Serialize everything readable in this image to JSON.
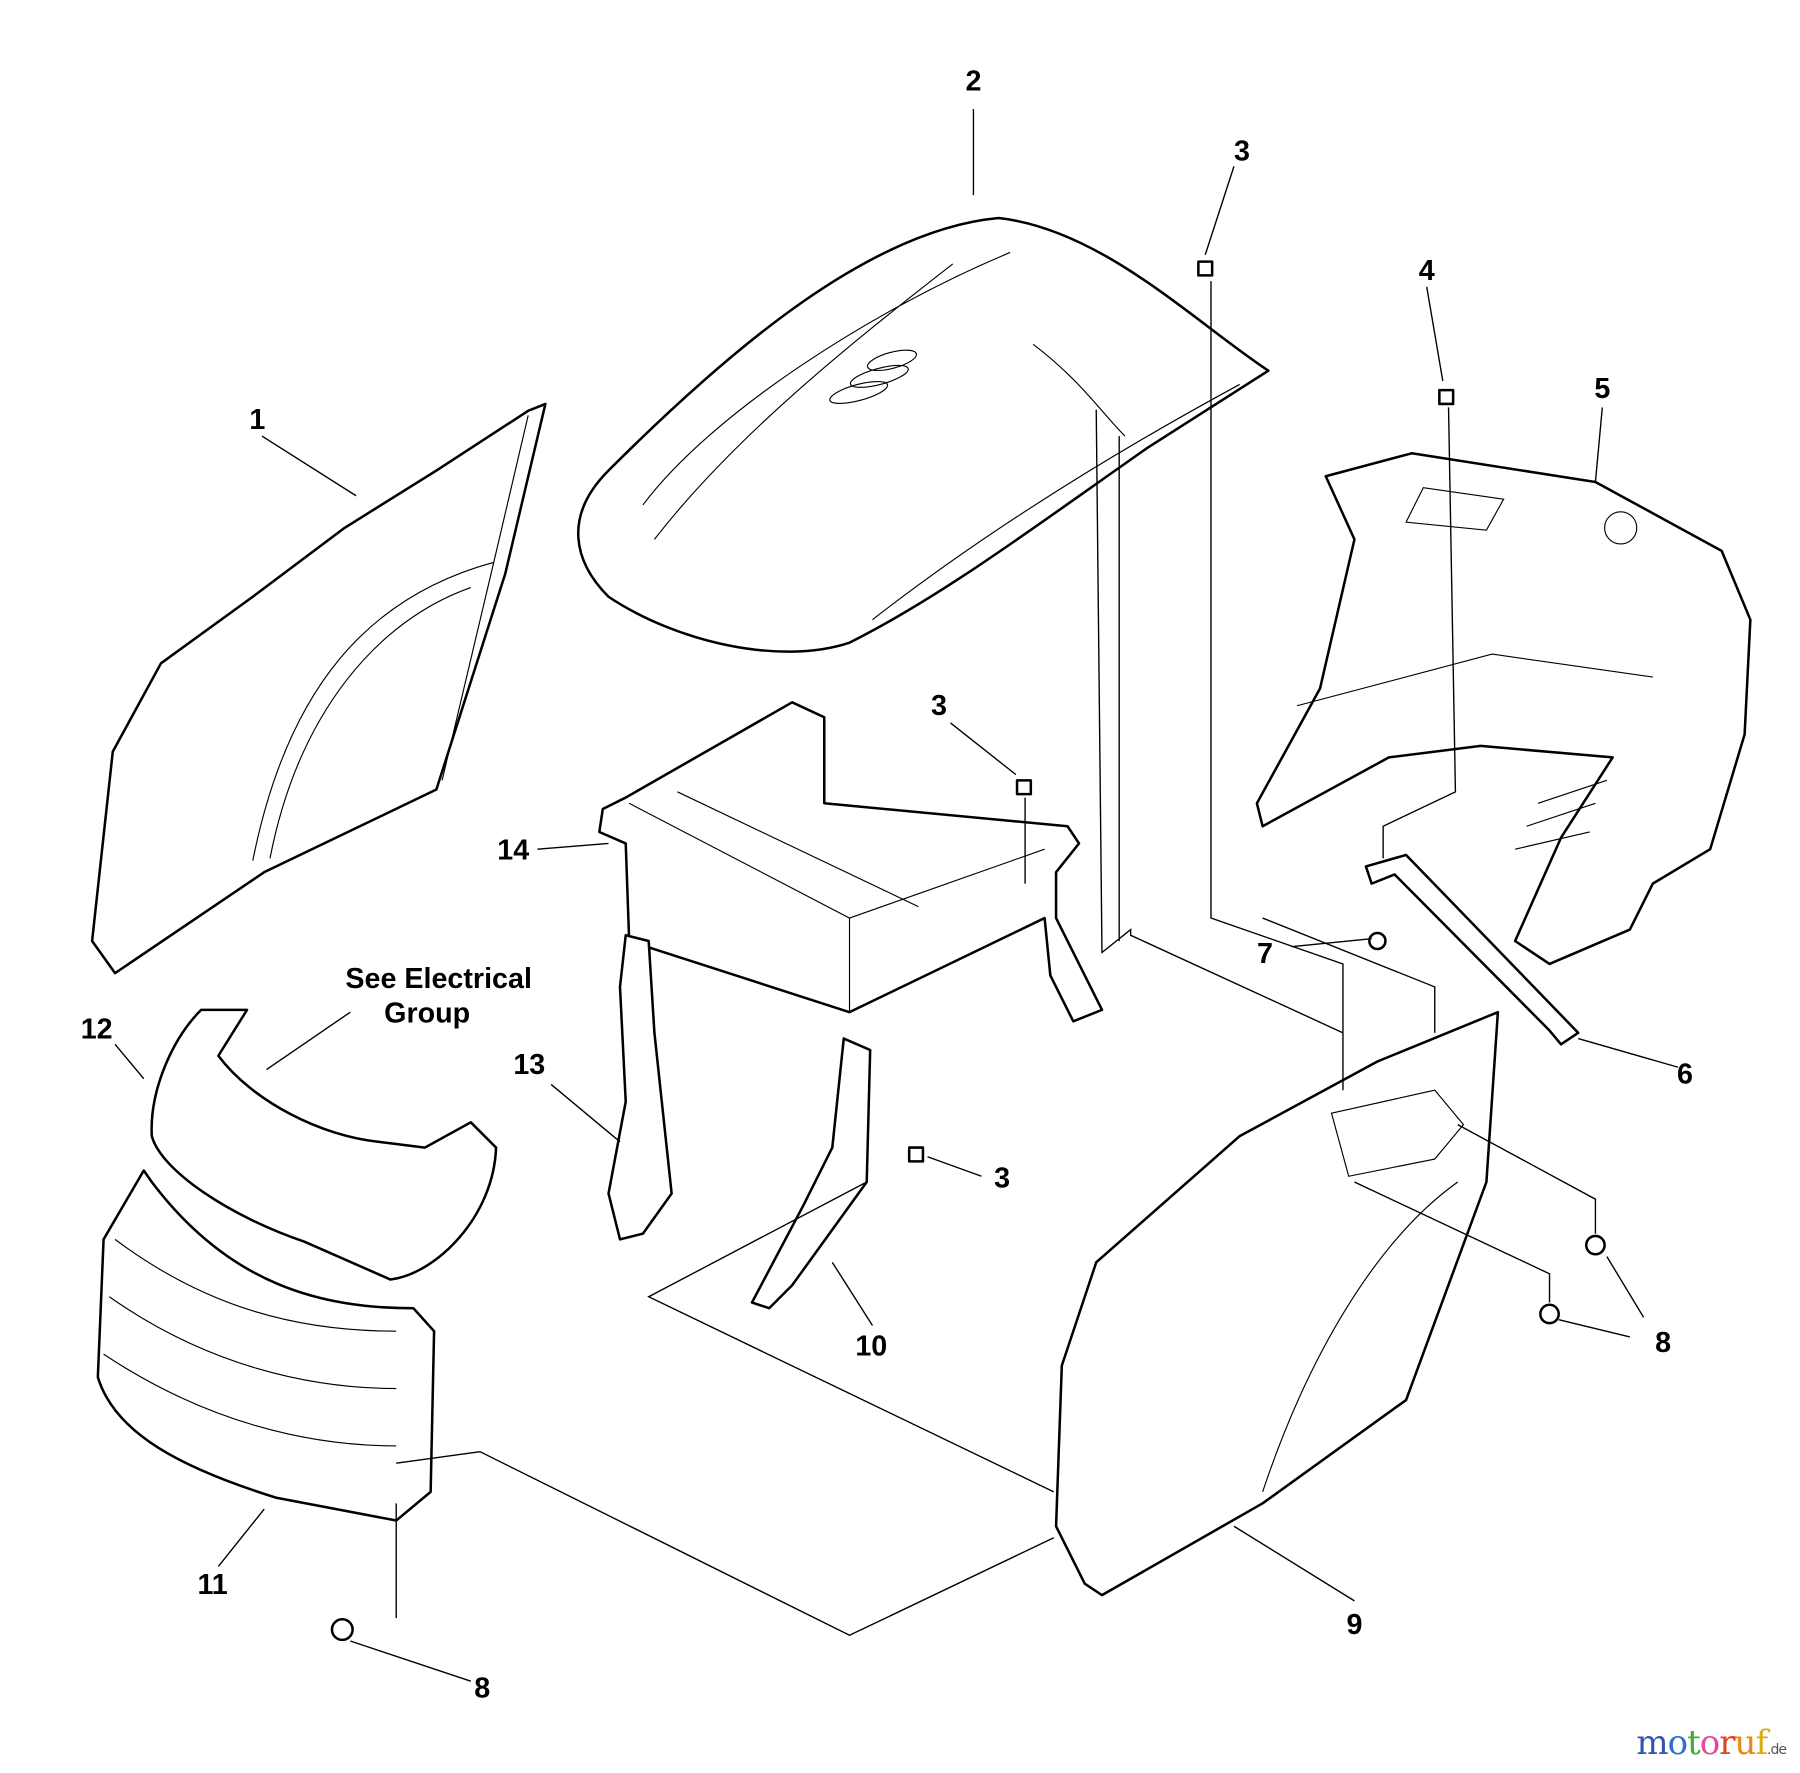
{
  "diagram": {
    "callouts": {
      "hood_side_panel": "1",
      "hood": "2",
      "bolt_top": "3",
      "bolt_4": "4",
      "dash_panel": "5",
      "support_strap": "6",
      "nut_7": "7",
      "nut_8_right": "8",
      "side_panel": "9",
      "bracket_10": "10",
      "grille": "11",
      "headlight_bezel": "12",
      "bracket_13": "13",
      "tray": "14",
      "bolt_middle": "3",
      "bolt_lower": "3",
      "nut_8_left": "8"
    },
    "note_line1": "See Electrical",
    "note_line2": "Group"
  },
  "watermark": {
    "letters": [
      "m",
      "o",
      "t",
      "o",
      "r",
      "u",
      "f"
    ],
    "colors": [
      "#3355aa",
      "#2a6fd0",
      "#44aa33",
      "#e04a9a",
      "#dd4422",
      "#ee8811",
      "#ddaa11"
    ],
    "suffix": ".de"
  }
}
